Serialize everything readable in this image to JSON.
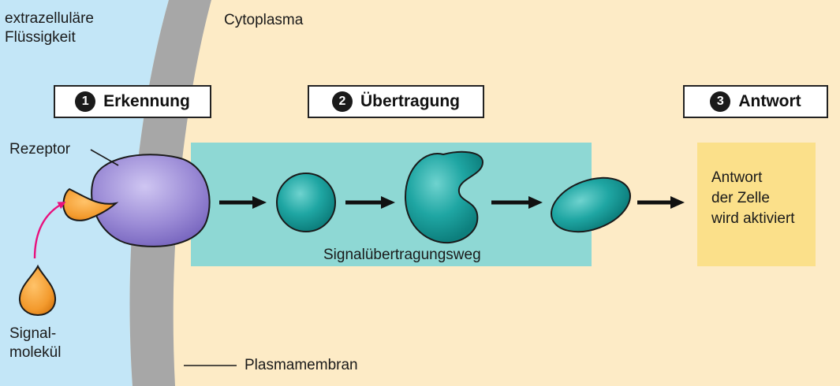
{
  "regions": {
    "extracellular": "extrazelluläre\nFlüssigkeit",
    "cytoplasm": "Cytoplasma",
    "membrane": "Plasmamembran"
  },
  "steps": [
    {
      "number": "1",
      "label": "Erkennung"
    },
    {
      "number": "2",
      "label": "Übertragung"
    },
    {
      "number": "3",
      "label": "Antwort"
    }
  ],
  "labels": {
    "receptor": "Rezeptor",
    "signal_molecule": "Signal-\nmolekül",
    "pathway": "Signalübertragungsweg",
    "response": "Antwort\nder Zelle\nwird aktiviert"
  },
  "colors": {
    "extracellular": "#c3e6f7",
    "cytoplasm": "#fdebc6",
    "membrane": "#a7a7a7",
    "receptor": "#9b8bd6",
    "signal": "#f39a2d",
    "pathway_box": "#8ed8d4",
    "relay": "#1fa6a3",
    "response_box": "#fbe08a",
    "signal_arrow": "#e8107d"
  }
}
